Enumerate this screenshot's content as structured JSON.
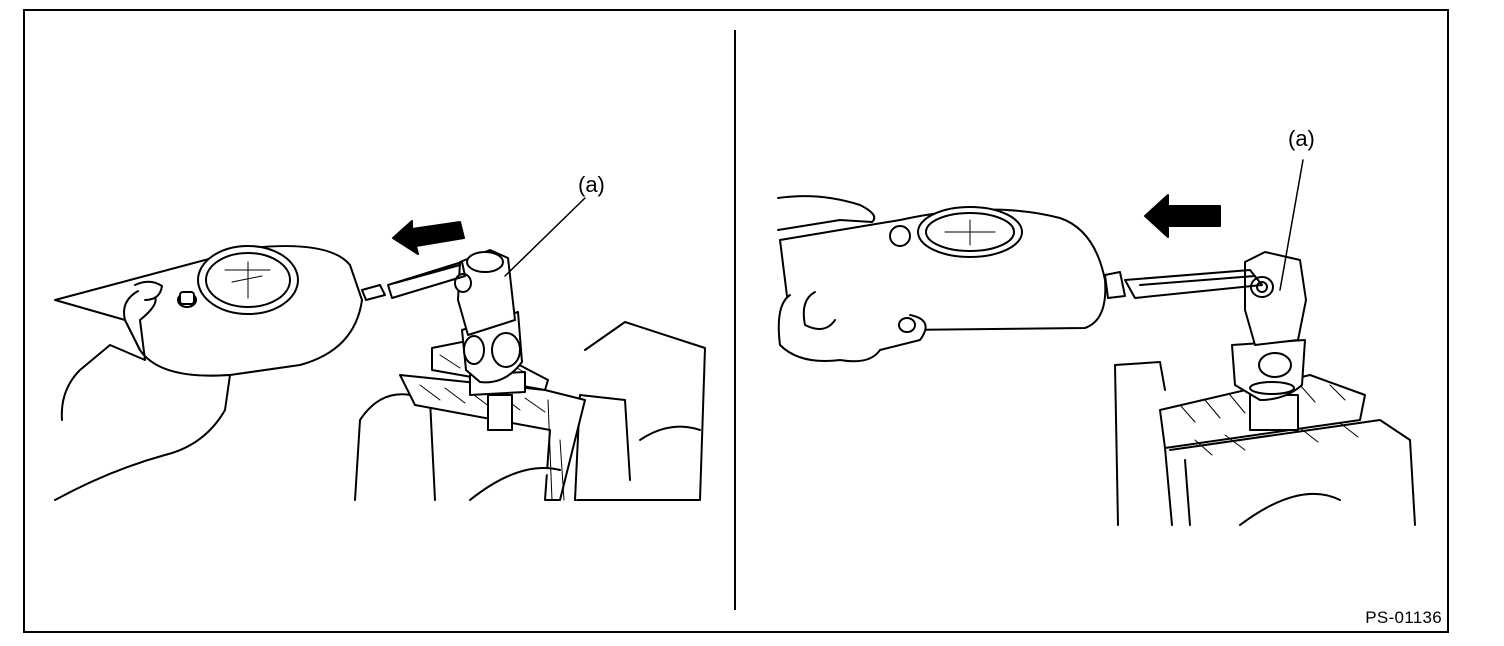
{
  "figure": {
    "left_panel": {
      "callout_label": "(a)",
      "arrow_icon": "arrow-left-icon"
    },
    "right_panel": {
      "callout_label": "(a)",
      "arrow_icon": "arrow-left-icon"
    },
    "figure_code": "PS-01136"
  },
  "colors": {
    "line": "#000000",
    "background": "#ffffff"
  }
}
